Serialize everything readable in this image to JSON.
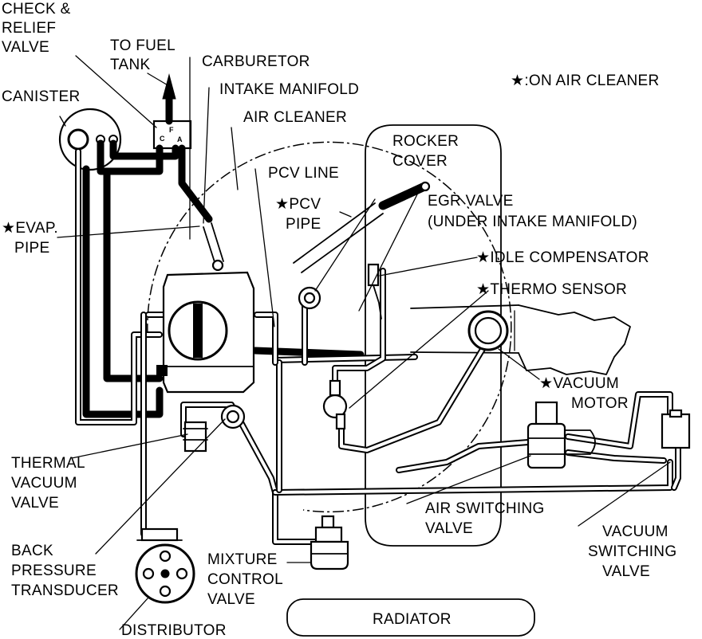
{
  "labels": {
    "check_relief_valve": [
      "CHECK &",
      "RELIEF",
      "VALVE"
    ],
    "to_fuel_tank": [
      "TO FUEL",
      "TANK"
    ],
    "carburetor": "CARBURETOR",
    "intake_manifold": "INTAKE MANIFOLD",
    "on_air_cleaner": "★:ON AIR CLEANER",
    "canister": "CANISTER",
    "air_cleaner": "AIR CLEANER",
    "rocker_cover": [
      "ROCKER",
      "COVER"
    ],
    "pcv_line": "PCV LINE",
    "egr_valve": [
      "EGR VALVE",
      "(UNDER INTAKE MANIFOLD)"
    ],
    "pcv_pipe": [
      "★PCV",
      "PIPE"
    ],
    "evap_pipe": [
      "★EVAP.",
      "PIPE"
    ],
    "idle_compensator": "★IDLE COMPENSATOR",
    "thermo_sensor": "★THERMO SENSOR",
    "vacuum_motor": [
      "★VACUUM",
      "MOTOR"
    ],
    "thermal_vacuum_valve": [
      "THERMAL",
      "VACUUM",
      "VALVE"
    ],
    "air_switching_valve": [
      "AIR SWITCHING",
      "VALVE"
    ],
    "vacuum_switching_valve": [
      "VACUUM",
      "SWITCHING",
      "VALVE"
    ],
    "back_pressure_transducer": [
      "BACK",
      "PRESSURE",
      "TRANSDUCER"
    ],
    "mixture_control_valve": [
      "MIXTURE",
      "CONTROL",
      "VALVE"
    ],
    "distributor": "DISTRIBUTOR",
    "radiator": "RADIATOR",
    "valve_ports": [
      "C",
      "F",
      "A"
    ]
  }
}
